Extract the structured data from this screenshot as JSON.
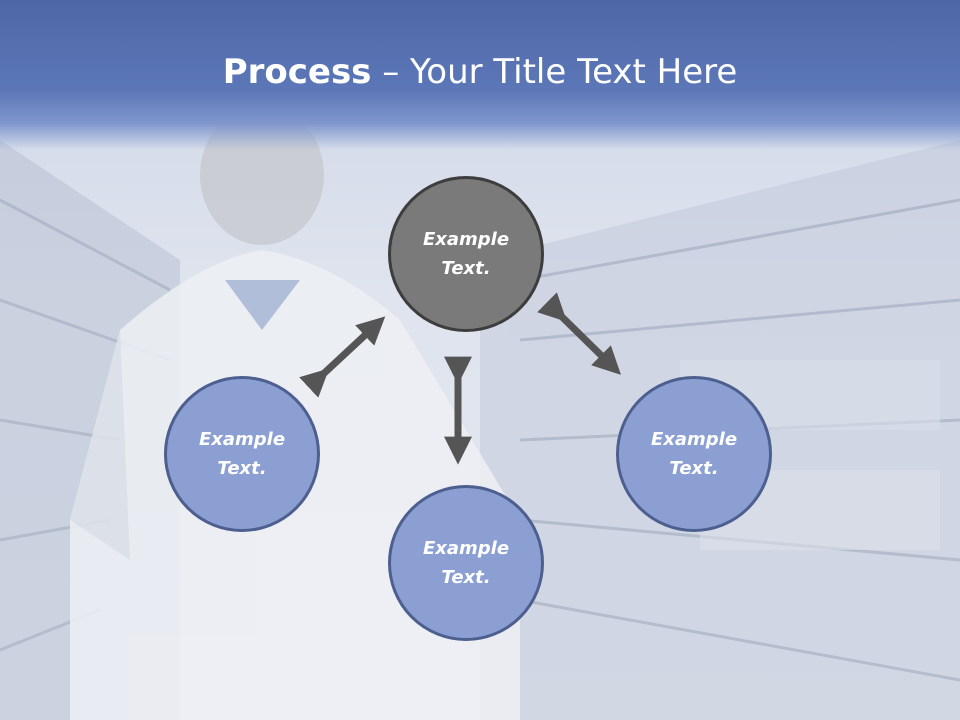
{
  "title": {
    "bold": "Process",
    "rest": " – Your Title Text Here"
  },
  "nodes": {
    "center": {
      "line1": "Example",
      "line2": "Text."
    },
    "left": {
      "line1": "Example",
      "line2": "Text."
    },
    "bottom": {
      "line1": "Example",
      "line2": "Text."
    },
    "right": {
      "line1": "Example",
      "line2": "Text."
    }
  },
  "colors": {
    "title_bar": "#5c77b8",
    "center_fill": "#7a7a7a",
    "node_fill": "#8c9fd3",
    "arrow": "#555555"
  },
  "background": {
    "description_icon": "photo-scientist-in-poultry-farm"
  }
}
